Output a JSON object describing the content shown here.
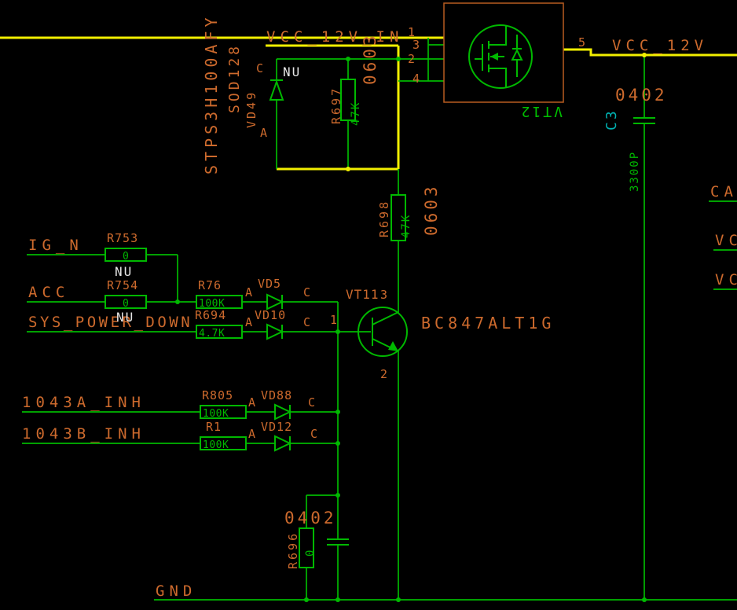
{
  "colors": {
    "background": "#000000",
    "power_wire": "#f2ef00",
    "signal_wire": "#00b800",
    "reference_text": "#cd6a2d",
    "value_text": "#00b800",
    "nu_text": "#e6e6e6",
    "c3_ref_text": "#00b2b2",
    "vt12_ref_text": "#00c000"
  },
  "nets": {
    "vcc_12v_in": "VCC_12V_IN",
    "vcc_12v": "VCC_12V",
    "ig_n": "IG_N",
    "acc": "ACC",
    "sys_power_down": "SYS_POWER_DOWN",
    "inh_a": "1043A_INH",
    "inh_b": "1043B_INH",
    "gnd": "GND",
    "edge_top": "CA",
    "edge_mid": "VC",
    "edge_bot": "VC"
  },
  "components": {
    "vt12": {
      "ref": "VT12",
      "pin1": "1",
      "pin2": "2",
      "pin3": "3",
      "pin4": "4",
      "pin5": "5"
    },
    "vd49": {
      "ref": "VD49",
      "part": "STPS3H100AFY",
      "package": "SOD128",
      "anode": "A",
      "cathode": "C",
      "status": "NU"
    },
    "r697": {
      "ref": "R697",
      "value": "47K",
      "size": "0603"
    },
    "r698": {
      "ref": "R698",
      "value": "47K",
      "size": "0603"
    },
    "vt11": {
      "ref": "VT11",
      "part": "BC847ALT1G",
      "pin_base": "1",
      "pin_collector": "3",
      "pin_emitter": "2"
    },
    "r753": {
      "ref": "R753",
      "value": "0",
      "status": "NU"
    },
    "r754": {
      "ref": "R754",
      "value": "0",
      "status": "NU"
    },
    "r76": {
      "ref": "R76",
      "value": "100K"
    },
    "r694": {
      "ref": "R694",
      "value": "4.7K"
    },
    "vd5": {
      "ref": "VD5",
      "anode": "A",
      "cathode": "C"
    },
    "vd10": {
      "ref": "VD10",
      "anode": "A",
      "cathode": "C"
    },
    "r805": {
      "ref": "R805",
      "value": "100K"
    },
    "vd88": {
      "ref": "VD88",
      "anode": "A",
      "cathode": "C"
    },
    "r1": {
      "ref": "R1",
      "value": "100K"
    },
    "vd12": {
      "ref": "VD12",
      "anode": "A",
      "cathode": "C"
    },
    "c3": {
      "ref": "C3",
      "value": "3300P",
      "size": "0402"
    },
    "r696": {
      "ref": "R696",
      "value": "0",
      "size": "0402"
    }
  }
}
